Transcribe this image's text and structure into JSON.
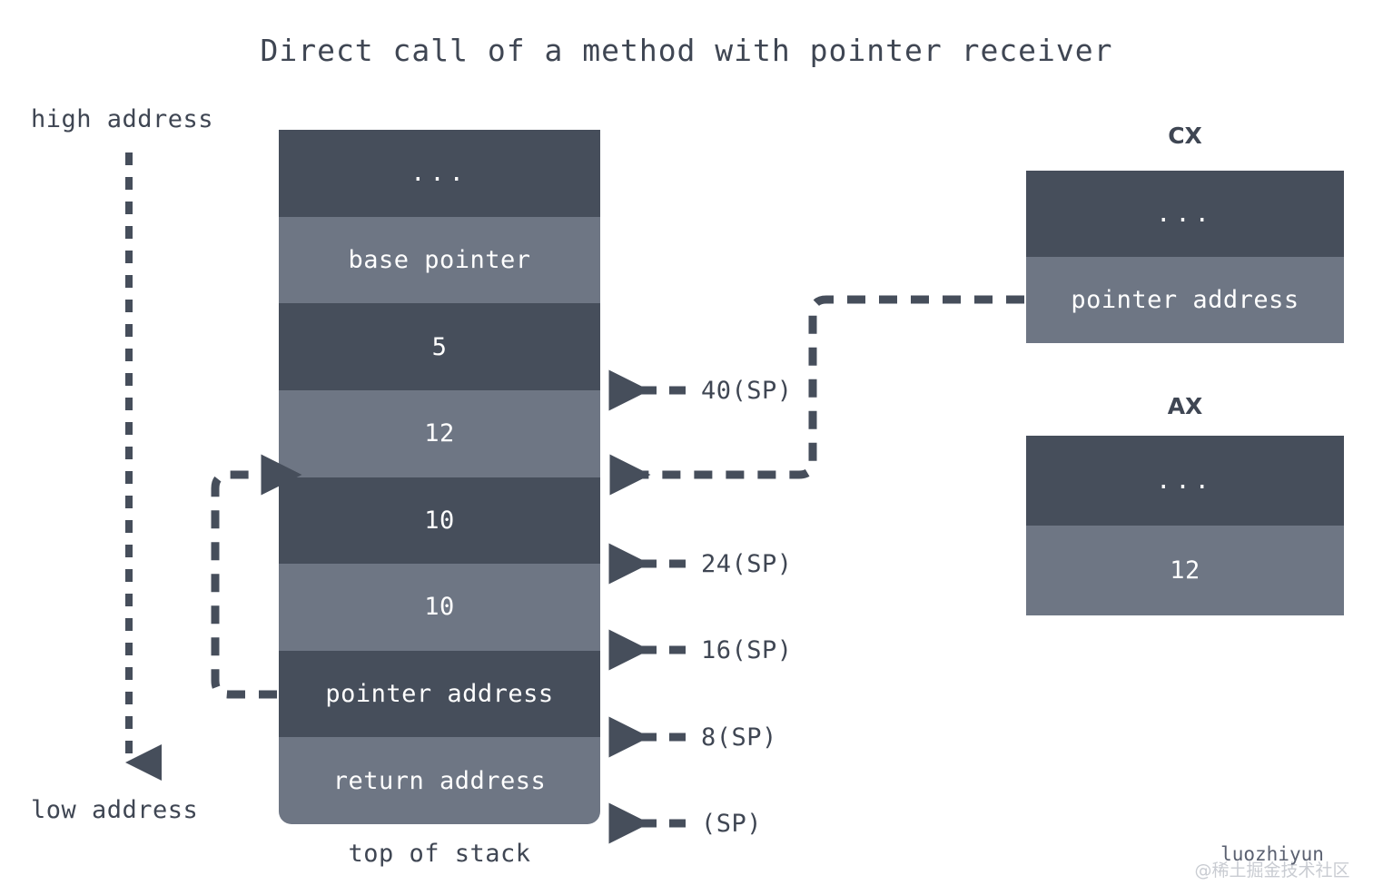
{
  "title": "Direct call of a method with pointer receiver",
  "colors": {
    "background": "#ffffff",
    "band_dark": "#464e5b",
    "band_light": "#6e7684",
    "text_dark": "#3f4653",
    "text_light": "#ffffff",
    "arrow": "#464e5b"
  },
  "left_axis": {
    "high_label": "high address",
    "low_label": "low address",
    "direction": "downward"
  },
  "stack": {
    "caption": "top of stack",
    "cells": [
      {
        "label": "...",
        "shade": "dark"
      },
      {
        "label": "base pointer",
        "shade": "light"
      },
      {
        "label": "5",
        "shade": "dark"
      },
      {
        "label": "12",
        "shade": "light"
      },
      {
        "label": "10",
        "shade": "dark"
      },
      {
        "label": "10",
        "shade": "light"
      },
      {
        "label": "pointer address",
        "shade": "dark"
      },
      {
        "label": "return address",
        "shade": "light"
      }
    ]
  },
  "sp_offsets": [
    {
      "label": "40(SP)"
    },
    {
      "label": "24(SP)"
    },
    {
      "label": "16(SP)"
    },
    {
      "label": "8(SP)"
    },
    {
      "label": "(SP)"
    }
  ],
  "registers": [
    {
      "name": "CX",
      "cells": [
        {
          "label": "...",
          "shade": "dark"
        },
        {
          "label": "pointer address",
          "shade": "light"
        }
      ]
    },
    {
      "name": "AX",
      "cells": [
        {
          "label": "...",
          "shade": "dark"
        },
        {
          "label": "12",
          "shade": "light"
        }
      ]
    }
  ],
  "watermark": {
    "primary": "luozhiyun",
    "secondary": "@稀土掘金技术社区"
  }
}
